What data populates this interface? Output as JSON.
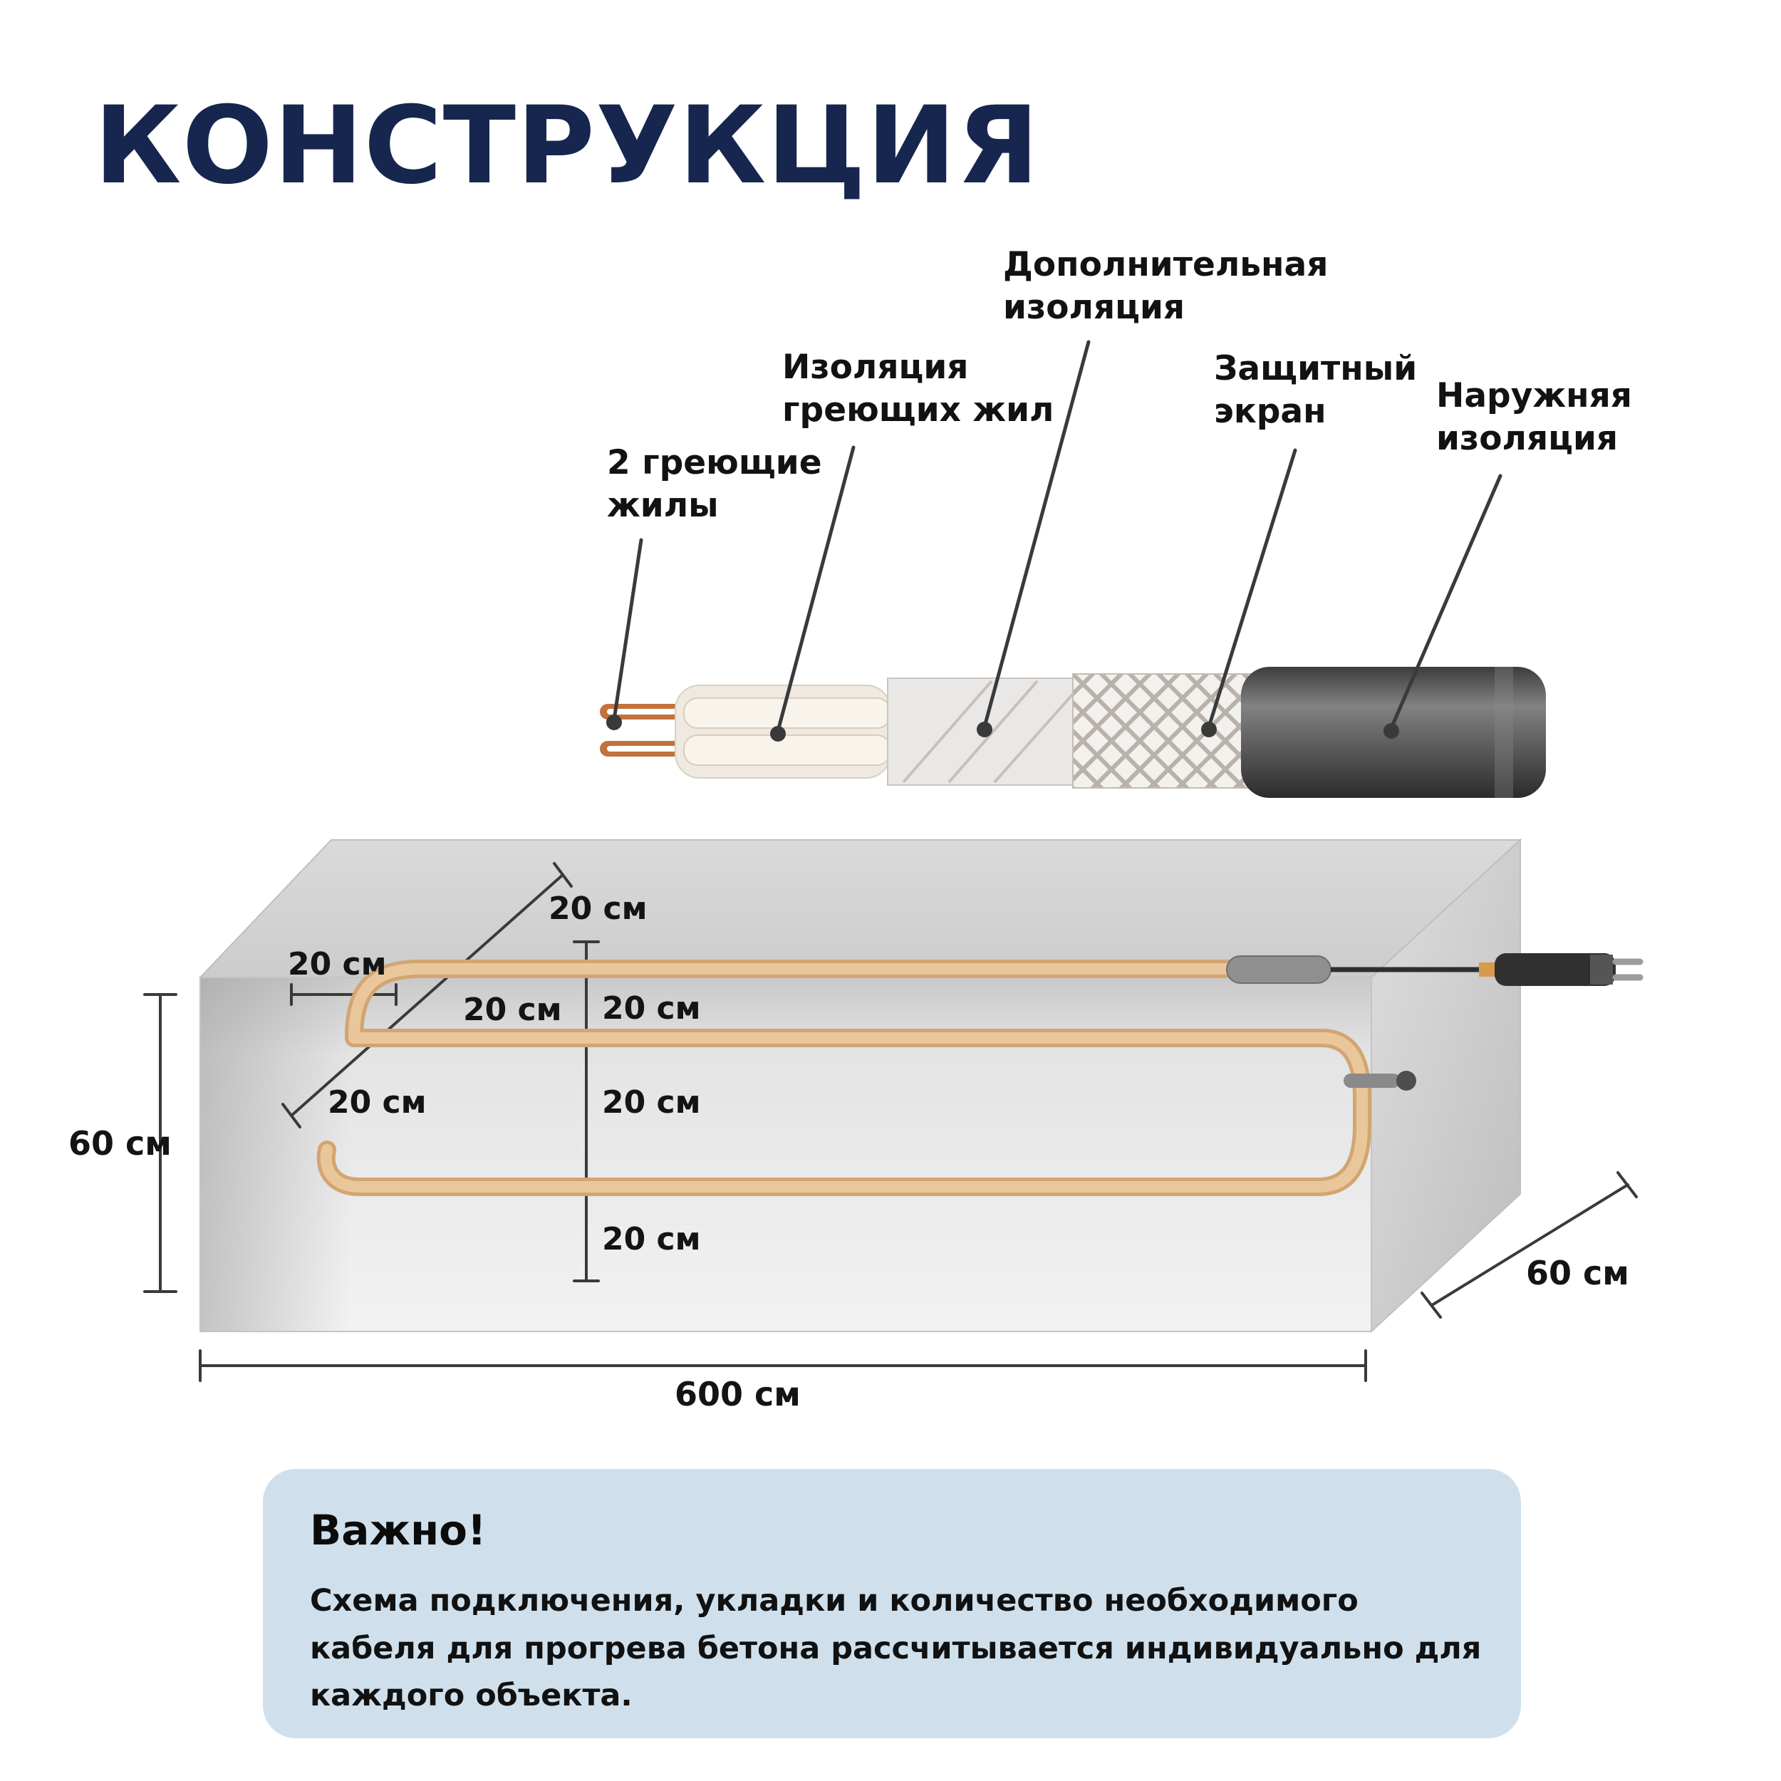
{
  "page": {
    "title": "КОНСТРУКЦИЯ"
  },
  "cable": {
    "labels": {
      "heating_cores": "2 греющие\nжилы",
      "core_insulation": "Изоляция\nгреющих жил",
      "additional_insulation": "Дополнительная\nизоляция",
      "shield": "Защитный\nэкран",
      "outer_insulation": "Наружняя\nизоляция"
    }
  },
  "dims": {
    "spacing": "20 см",
    "height": "60 см",
    "depth": "60 см",
    "length": "600 см"
  },
  "note": {
    "heading": "Важно!",
    "body": "Схема подключения, укладки и количество необходимого кабеля для прогрева бетона рассчитывается индивидуально для каждого объекта."
  },
  "colors": {
    "title": "#17264f",
    "heating_cable": "#e6c194",
    "copper_core": "#c3713d",
    "outer_jacket": "#3c3c3c",
    "note_background": "#cfe0ec"
  }
}
